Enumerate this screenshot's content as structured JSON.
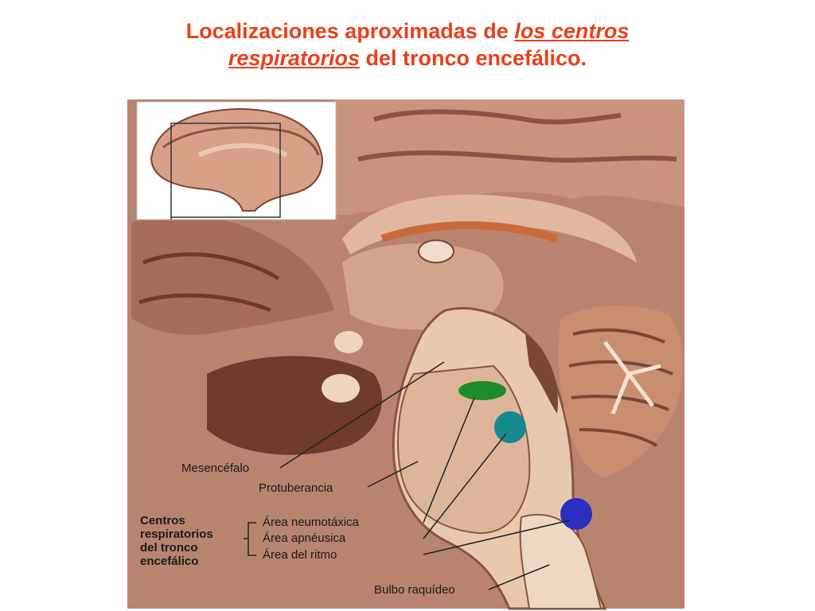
{
  "title": {
    "part1": "Localizaciones aproximadas de ",
    "part2": "los centros",
    "part3": "respiratorios",
    "part4": " del tronco encefálico."
  },
  "labels": {
    "mesencefalo": "Mesencéfalo",
    "protuberancia": "Protuberancia",
    "neumotaxica": "Área neumotáxica",
    "apneusica": "Área apnéusica",
    "ritmo": "Área del ritmo",
    "bulbo": "Bulbo raquídeo"
  },
  "group_label": [
    "Centros",
    "respiratorios",
    "del tronco",
    "encefálico"
  ],
  "colors": {
    "title": "#e8401c",
    "neumotaxica": "#1e8c2a",
    "apneusica": "#168a8f",
    "ritmo": "#2b2fbf",
    "tissue": "#d7a88a",
    "tissue_dark": "#7a4636",
    "tissue_light": "#eed6bf"
  }
}
